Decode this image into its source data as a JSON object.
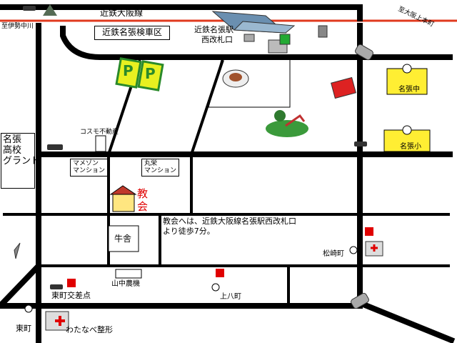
{
  "map": {
    "railway": {
      "line_label": "近鉄大阪線",
      "to_east_label": "至大阪上本町",
      "to_west_label": "至伊勢中川",
      "color": "#e03a1e"
    },
    "depot_label": "近鉄名張検車区",
    "station_label_line1": "近鉄名張駅",
    "station_label_line2": "西改札口",
    "school_label_lines": [
      "名張",
      "高校",
      "グランド"
    ],
    "cosmo_label": "コスモ不動産",
    "mamejun_lines": [
      "マメゾン",
      "マンション"
    ],
    "marukyu_lines": [
      "丸栄",
      "マンション"
    ],
    "church_label_lines": [
      "教",
      "会"
    ],
    "directions_line1": "教会へは、近鉄大阪線名張駅西改札口",
    "directions_line2": "より徒歩7分。",
    "gyusha_label": "牛舎",
    "yamanaka_label": "山中農機",
    "higashimachi_crossing_label": "東町交差点",
    "kamiyacho_label": "上八町",
    "matsuzakicho_label": "松崎町",
    "higashimachi_label": "東町",
    "watanabe_label": "わたなべ整形",
    "junior_high_label": "名張中",
    "elementary_label": "名張小",
    "parking_letters": [
      "P",
      "P"
    ],
    "colors": {
      "road": "#000000",
      "parking_fill": "#e8f020",
      "parking_border": "#2a8a2a",
      "school_fill": "#ffee33",
      "church_label": "#e00000",
      "post_office": "#e00000"
    }
  }
}
